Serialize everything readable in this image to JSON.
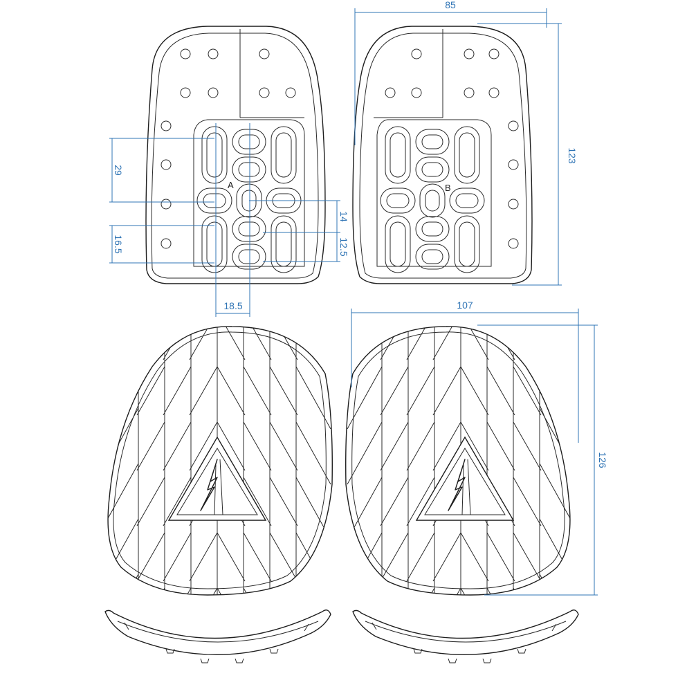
{
  "dimensions": {
    "d85": "85",
    "d123": "123",
    "d29": "29",
    "d14": "14",
    "d16_5": "16.5",
    "d12_5": "12.5",
    "d18_5": "18.5",
    "d107": "107",
    "d126": "126"
  },
  "markers": {
    "left": "A",
    "right": "B"
  },
  "colors": {
    "dimension": "#2f74b5",
    "outline": "#1e1e1e"
  }
}
